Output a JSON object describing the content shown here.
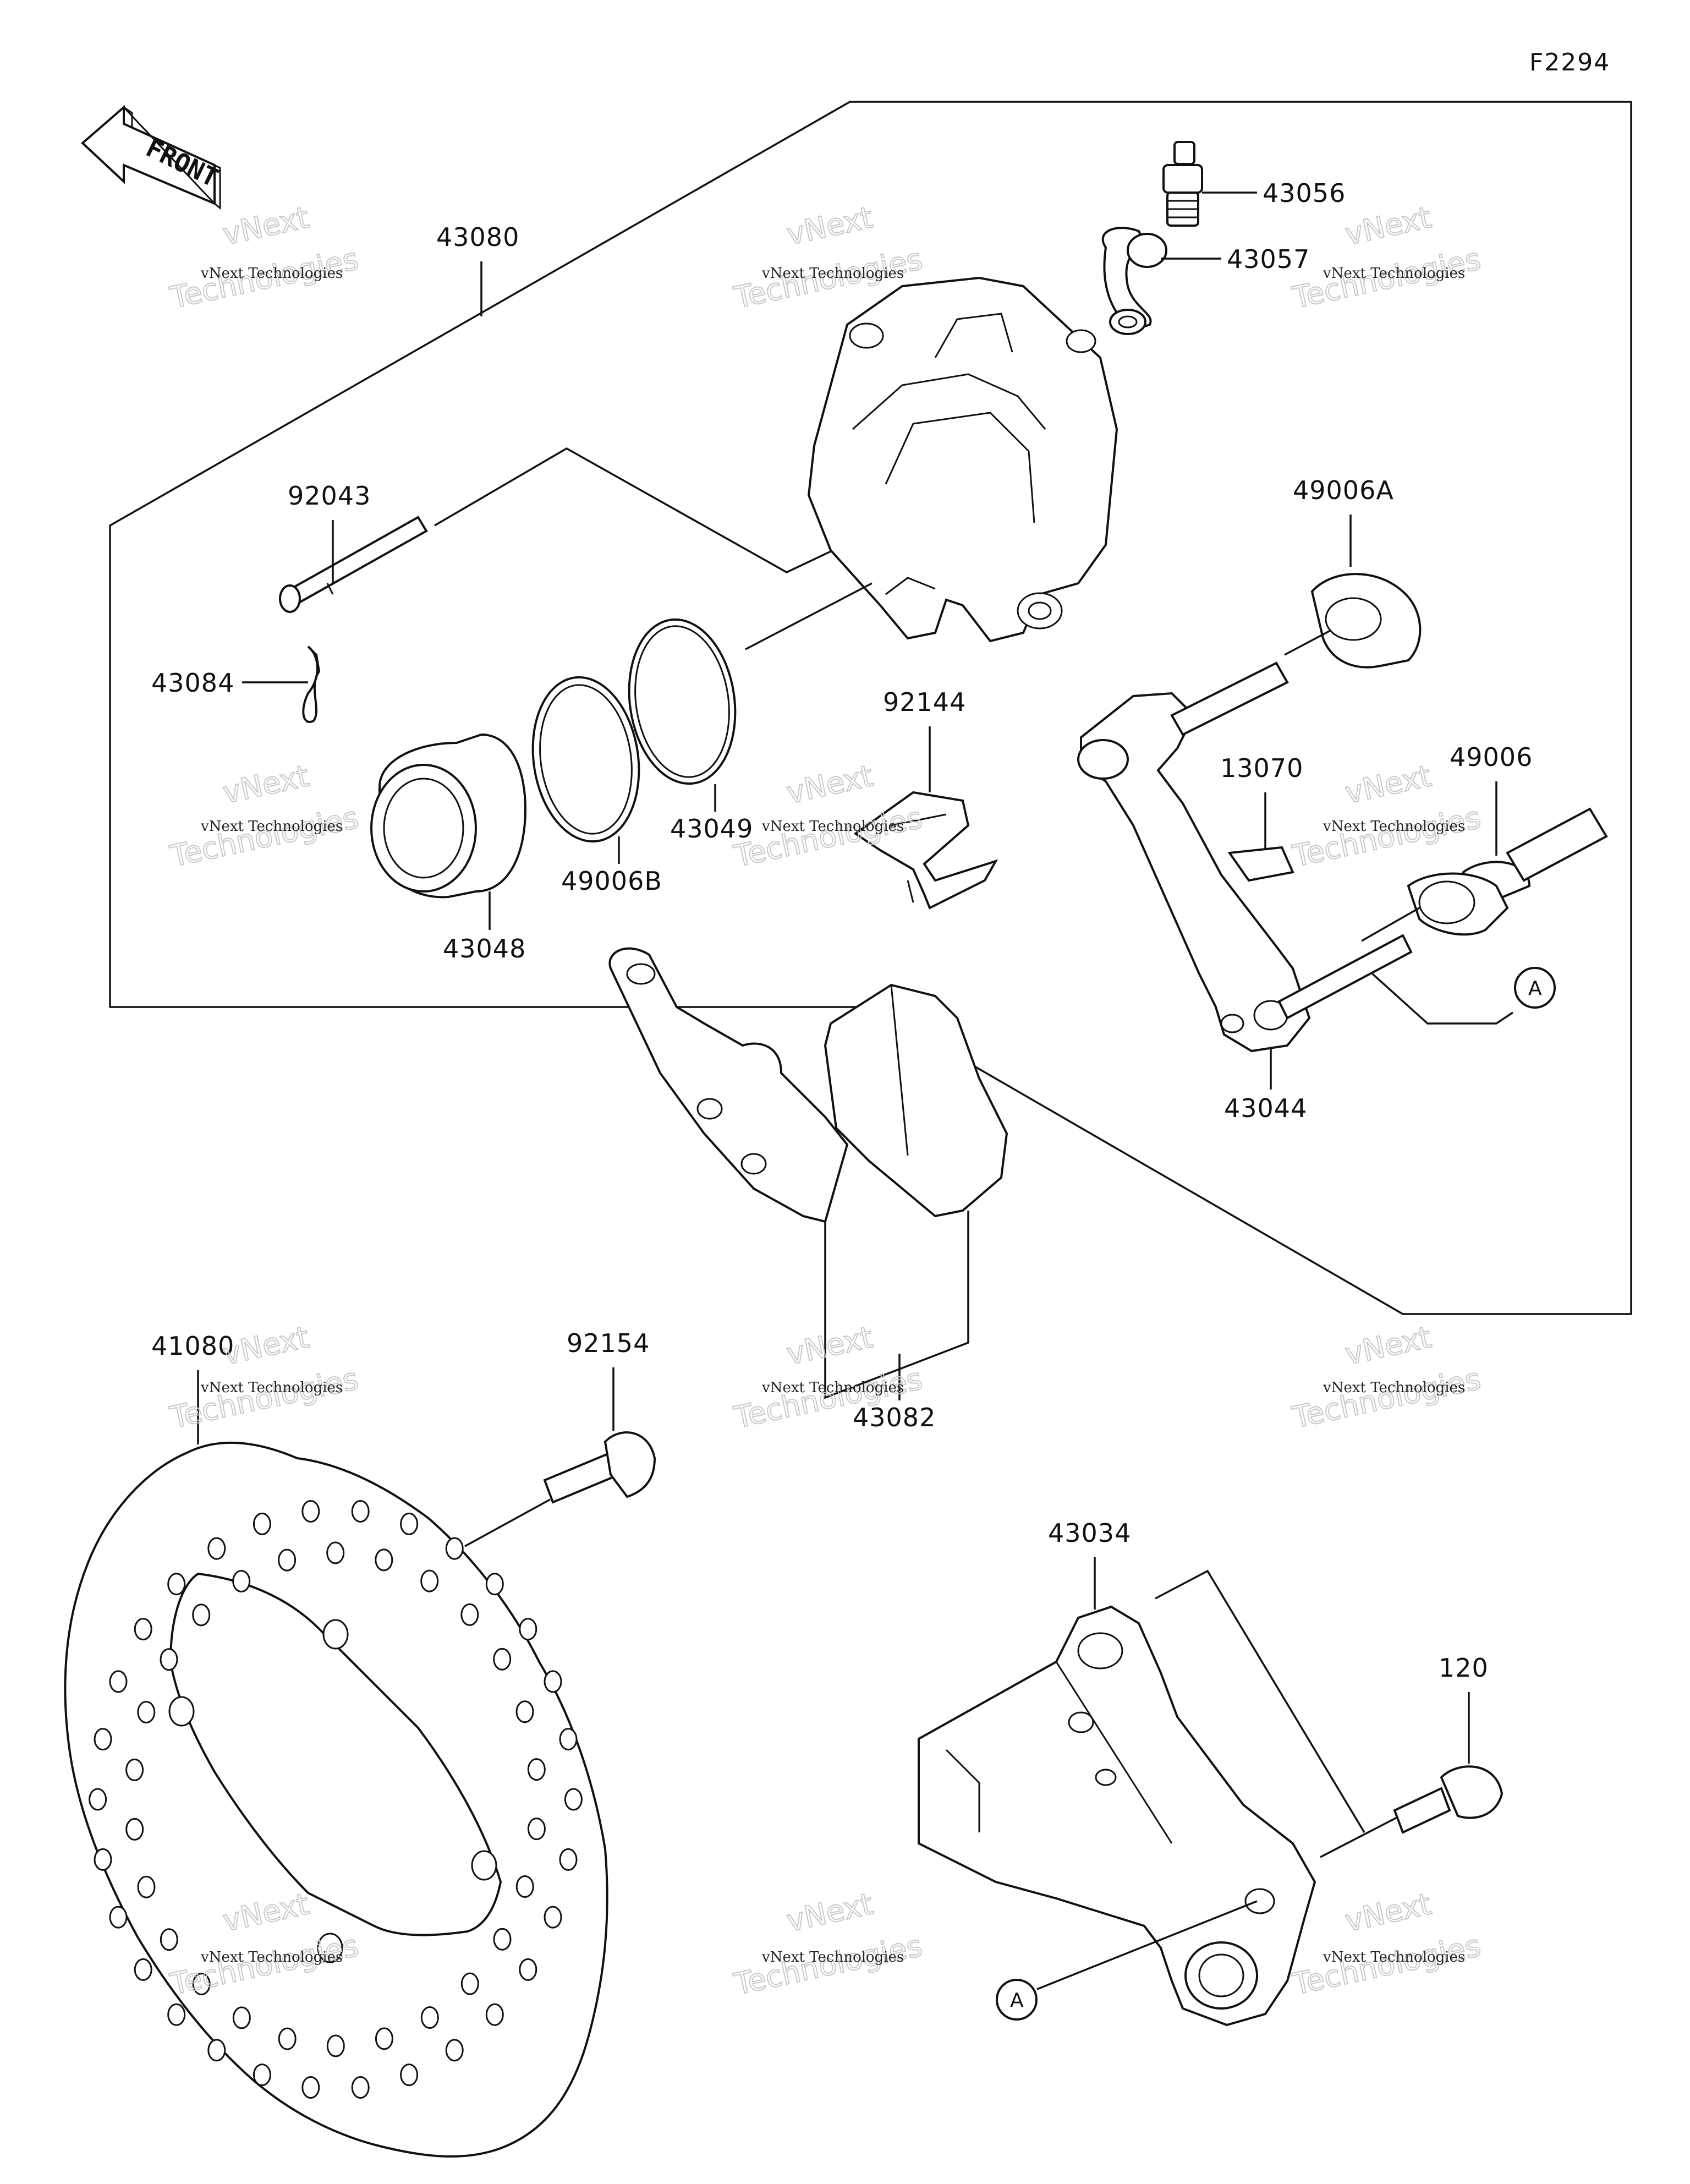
{
  "figure_code": "F2294",
  "front_arrow": {
    "text": "FRONT"
  },
  "watermark": {
    "line1": "vNext Technologies",
    "line2": "vNext",
    "line3": "Technologies"
  },
  "reference_marker": "A",
  "parts": [
    {
      "id": "p43056",
      "number": "43056"
    },
    {
      "id": "p43057",
      "number": "43057"
    },
    {
      "id": "p43080",
      "number": "43080"
    },
    {
      "id": "p92043",
      "number": "92043"
    },
    {
      "id": "p43084",
      "number": "43084"
    },
    {
      "id": "p49006A",
      "number": "49006A"
    },
    {
      "id": "p92144",
      "number": "92144"
    },
    {
      "id": "p13070",
      "number": "13070"
    },
    {
      "id": "p49006",
      "number": "49006"
    },
    {
      "id": "p43049",
      "number": "43049"
    },
    {
      "id": "p49006B",
      "number": "49006B"
    },
    {
      "id": "p43048",
      "number": "43048"
    },
    {
      "id": "p43044",
      "number": "43044"
    },
    {
      "id": "p41080",
      "number": "41080"
    },
    {
      "id": "p92154",
      "number": "92154"
    },
    {
      "id": "p43082",
      "number": "43082"
    },
    {
      "id": "p43034",
      "number": "43034"
    },
    {
      "id": "p120",
      "number": "120"
    }
  ]
}
